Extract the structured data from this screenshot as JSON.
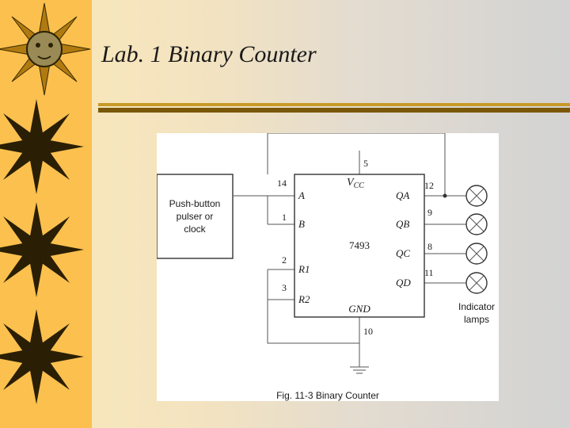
{
  "slide": {
    "title": "Lab. 1  Binary Counter"
  },
  "diagram": {
    "chip_name": "7493",
    "supply_label": "V",
    "supply_subscript": "CC",
    "ground_label": "GND",
    "source_block": {
      "lines": [
        "Push-button",
        "pulser or",
        "clock"
      ]
    },
    "inputs": [
      {
        "name": "A",
        "pin": "14"
      },
      {
        "name": "B",
        "pin": "1"
      },
      {
        "name": "R1",
        "pin": "2"
      },
      {
        "name": "R2",
        "pin": "3"
      }
    ],
    "outputs": [
      {
        "name": "QA",
        "pin": "12"
      },
      {
        "name": "QB",
        "pin": "9"
      },
      {
        "name": "QC",
        "pin": "8"
      },
      {
        "name": "QD",
        "pin": "11"
      }
    ],
    "vcc_pin": "5",
    "gnd_pin": "10",
    "lamp_label_lines": [
      "Indicator",
      "lamps"
    ],
    "caption": "Fig. 11-3  Binary Counter"
  }
}
